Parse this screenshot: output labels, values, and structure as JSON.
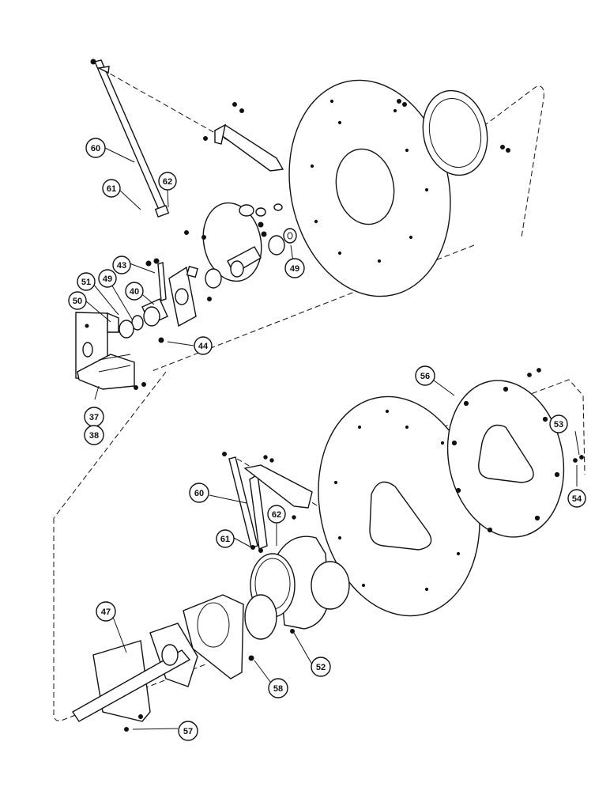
{
  "callouts": [
    {
      "id": "c60a",
      "label": "60"
    },
    {
      "id": "c61a",
      "label": "61"
    },
    {
      "id": "c62a",
      "label": "62"
    },
    {
      "id": "c49a",
      "label": "49"
    },
    {
      "id": "c43",
      "label": "43"
    },
    {
      "id": "c51",
      "label": "51"
    },
    {
      "id": "c49b",
      "label": "49"
    },
    {
      "id": "c40",
      "label": "40"
    },
    {
      "id": "c50",
      "label": "50"
    },
    {
      "id": "c44",
      "label": "44"
    },
    {
      "id": "c37",
      "label": "37"
    },
    {
      "id": "c38",
      "label": "38"
    },
    {
      "id": "c56",
      "label": "56"
    },
    {
      "id": "c53",
      "label": "53"
    },
    {
      "id": "c54",
      "label": "54"
    },
    {
      "id": "c60b",
      "label": "60"
    },
    {
      "id": "c62b",
      "label": "62"
    },
    {
      "id": "c61b",
      "label": "61"
    },
    {
      "id": "c47",
      "label": "47"
    },
    {
      "id": "c52",
      "label": "52"
    },
    {
      "id": "c58",
      "label": "58"
    },
    {
      "id": "c57",
      "label": "57"
    }
  ]
}
